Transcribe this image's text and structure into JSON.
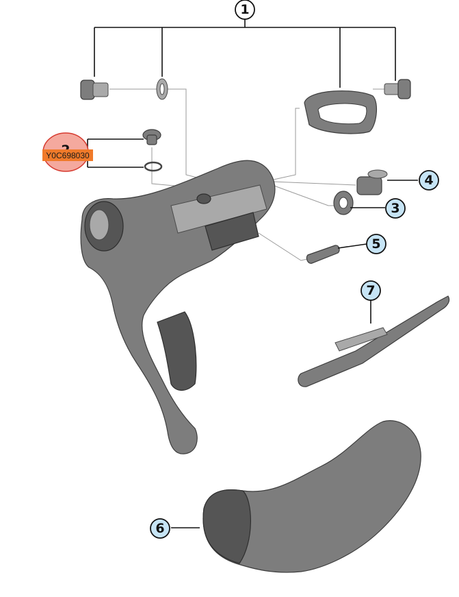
{
  "callouts": [
    {
      "id": "1",
      "label": "1",
      "highlighted": false
    },
    {
      "id": "2",
      "label": "2",
      "highlighted": true,
      "part_number": "Y0C698030"
    },
    {
      "id": "3",
      "label": "3",
      "highlighted": false
    },
    {
      "id": "4",
      "label": "4",
      "highlighted": false
    },
    {
      "id": "5",
      "label": "5",
      "highlighted": false
    },
    {
      "id": "6",
      "label": "6",
      "highlighted": false
    },
    {
      "id": "7",
      "label": "7",
      "highlighted": false
    }
  ],
  "colors": {
    "highlight_fill": "#f4a99e",
    "highlight_stroke": "#d63a2f",
    "label_bg": "#f07a2a",
    "callout_blue": "#c6e4f5",
    "callout_stroke": "#111111"
  }
}
